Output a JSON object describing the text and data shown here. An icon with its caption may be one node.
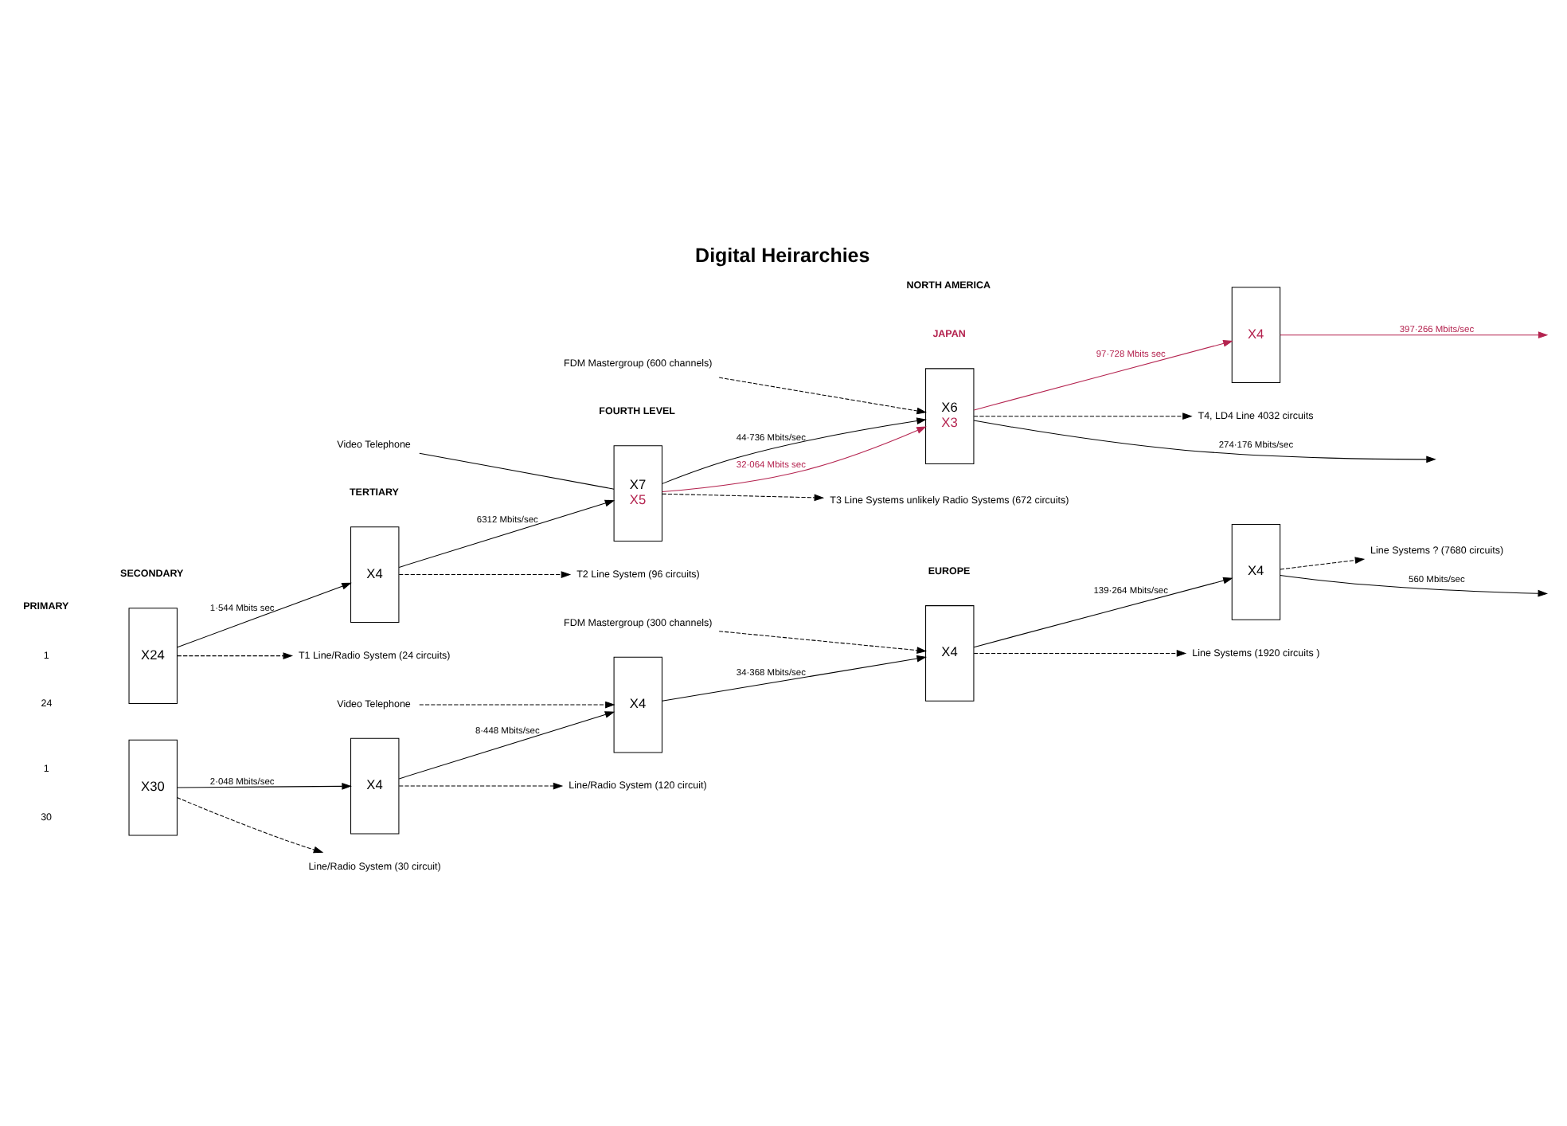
{
  "diagram": {
    "title": "Digital Heirarchies",
    "nodes": [
      {
        "text": [
          "X24"
        ]
      },
      {
        "text": [
          "X4"
        ]
      },
      {
        "text": [
          "X7",
          "X5"
        ]
      },
      {
        "text": [
          "X6",
          "X3"
        ]
      },
      {
        "text": [
          "X4"
        ]
      },
      {
        "text": [
          "X30"
        ]
      },
      {
        "text": [
          "X4"
        ]
      },
      {
        "text": [
          "X4"
        ]
      },
      {
        "text": [
          "X4"
        ]
      },
      {
        "text": [
          "X4"
        ]
      },
      {
        "text": [
          "T1 Line/Radio System (24 circuits)"
        ]
      },
      {
        "text": [
          "T2 Line System (96 circuits)"
        ]
      },
      {
        "text": [
          "T3 Line Systems unlikely Radio Systems (672 circuits)"
        ]
      },
      {
        "text": [
          "T4, LD4 Line 4032 circuits"
        ]
      },
      {
        "text": [
          "Video Telephone"
        ]
      },
      {
        "text": [
          "FDM Mastergroup (600 channels)"
        ]
      },
      {
        "text": [
          "Line/Radio System (30 circuit)"
        ]
      },
      {
        "text": [
          "Line/Radio System (120 circuit)"
        ]
      },
      {
        "text": [
          "Video Telephone"
        ]
      },
      {
        "text": [
          "Line Systems (1920 circuits )"
        ]
      },
      {
        "text": [
          "FDM Mastergroup (300 channels)"
        ]
      },
      {
        "text": [
          "Line Systems ? (7680 circuits)"
        ]
      }
    ],
    "edges": [
      {
        "from": 0,
        "to": 1,
        "arrow": "to",
        "label": "1·544 Mbits sec"
      },
      {
        "from": 1,
        "to": 2,
        "arrow": "to",
        "label": "6312 Mbits/sec"
      },
      {
        "from": 2,
        "to": 3,
        "arrow": "to",
        "label": "44·736 Mbits/sec"
      },
      {
        "from": 2,
        "to": 3,
        "arrow": "to",
        "label": "32·064 Mbits sec",
        "color": "#b4234f"
      },
      {
        "from": 3,
        "to": null,
        "arrow": "to",
        "label": "274·176 Mbits/sec"
      },
      {
        "from": 3,
        "to": 4,
        "arrow": "to",
        "label": "97·728 Mbits sec",
        "color": "#b4234f"
      },
      {
        "from": 4,
        "to": null,
        "arrow": "to",
        "label": "397·266 Mbits/sec",
        "color": "#b4234f"
      },
      {
        "from": 0,
        "to": 10,
        "arrow": "to",
        "style": "dashed"
      },
      {
        "from": 1,
        "to": 11,
        "arrow": "to",
        "style": "dashed"
      },
      {
        "from": 2,
        "to": 12,
        "arrow": "to",
        "style": "dashed"
      },
      {
        "from": 3,
        "to": 13,
        "arrow": "to",
        "style": "dashed"
      },
      {
        "from": 14,
        "to": 2,
        "arrow": "none"
      },
      {
        "from": 15,
        "to": 3,
        "arrow": "to",
        "style": "dashed"
      },
      {
        "from": 5,
        "to": 6,
        "arrow": "to",
        "label": "2·048 Mbits/sec"
      },
      {
        "from": 6,
        "to": 7,
        "arrow": "to",
        "label": "8·448 Mbits/sec"
      },
      {
        "from": 7,
        "to": 8,
        "arrow": "to",
        "label": "34·368 Mbits/sec"
      },
      {
        "from": 8,
        "to": 9,
        "arrow": "to",
        "label": "139·264 Mbits/sec"
      },
      {
        "from": 9,
        "to": null,
        "arrow": "to",
        "label": "560 Mbits/sec"
      },
      {
        "from": 5,
        "to": 16,
        "arrow": "to",
        "style": "dashed"
      },
      {
        "from": 6,
        "to": 17,
        "arrow": "to",
        "style": "dashed"
      },
      {
        "from": 8,
        "to": 19,
        "arrow": "to",
        "style": "dashed"
      },
      {
        "from": 9,
        "to": 21,
        "arrow": "to",
        "style": "dashed"
      },
      {
        "from": 18,
        "to": 7,
        "arrow": "to",
        "style": "dashed"
      },
      {
        "from": 20,
        "to": 8,
        "arrow": "to",
        "style": "dashed"
      }
    ],
    "labels": [
      "PRIMARY",
      "NORTH AMERICA",
      "SECONDARY",
      "JAPAN",
      "TERTIARY",
      "FOURTH LEVEL",
      "1",
      "24",
      "1",
      "30",
      "EUROPE"
    ]
  }
}
